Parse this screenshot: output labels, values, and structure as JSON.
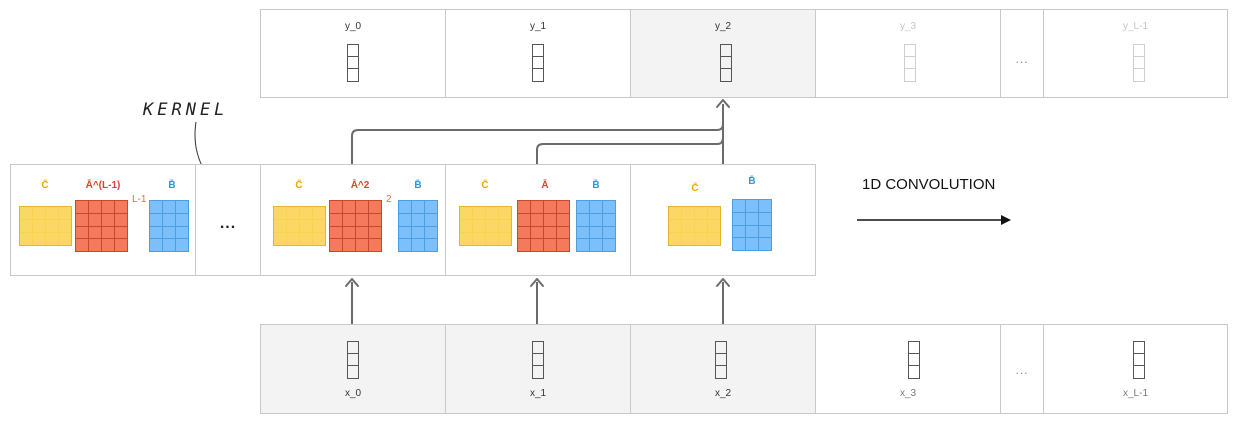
{
  "outputs": [
    {
      "label": "y_0"
    },
    {
      "label": "y_1"
    },
    {
      "label": "y_2"
    },
    {
      "label": "y_3"
    },
    {
      "label": "..."
    },
    {
      "label": "y_L-1"
    }
  ],
  "inputs": [
    {
      "label": "x_0"
    },
    {
      "label": "x_1"
    },
    {
      "label": "x_2"
    },
    {
      "label": "x_3"
    },
    {
      "label": "..."
    },
    {
      "label": "x_L-1"
    }
  ],
  "kernel": {
    "title": "KERNEL",
    "dots": "...",
    "blocks": [
      {
        "c": "C̄",
        "a": "Ā^(L-1)",
        "exp": "L-1",
        "b": "B̄"
      },
      {
        "c": "C̄",
        "a": "Ā^2",
        "exp": "2",
        "b": "B̄"
      },
      {
        "c": "C̄",
        "a": "Ā",
        "b": "B̄"
      },
      {
        "c": "C̄",
        "b": "B̄"
      }
    ]
  },
  "convolution_label": "1D CONVOLUTION",
  "colors": {
    "c_matrix": "#fbd865",
    "a_matrix": "#f5795c",
    "b_matrix": "#7cc0fb",
    "arrow": "#6b6b6b",
    "highlight": "#f3f3f3"
  }
}
